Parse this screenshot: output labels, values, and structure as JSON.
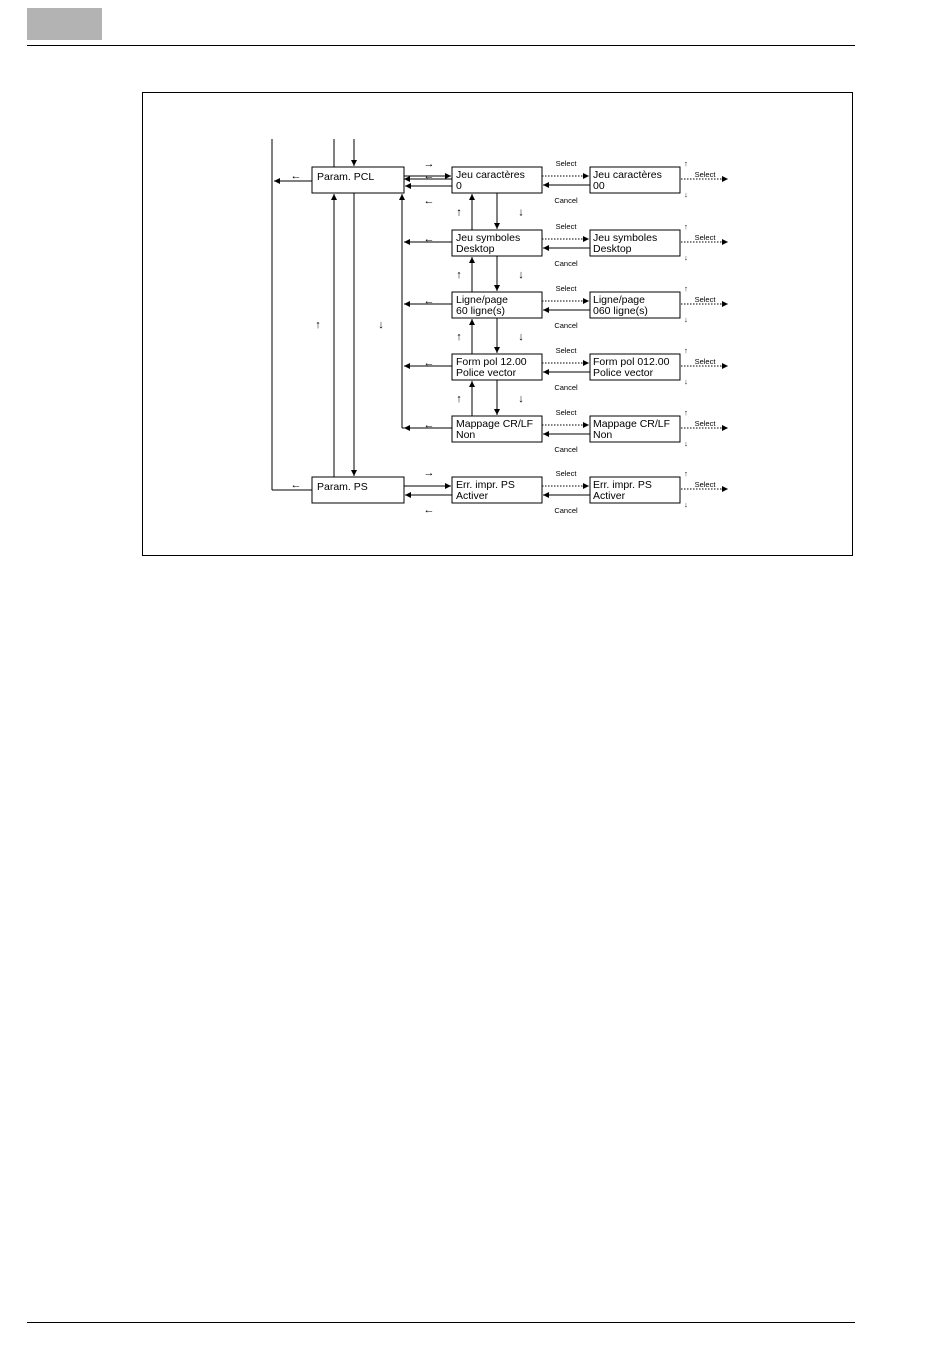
{
  "diagram": {
    "main_menus": [
      {
        "id": "pcl",
        "label": "Param. PCL"
      },
      {
        "id": "ps",
        "label": "Param. PS"
      }
    ],
    "submenus": [
      {
        "id": "jeu-caracteres",
        "line1": "Jeu caractères",
        "line2": "0",
        "detail_line1": "Jeu caractères",
        "detail_line2": "00"
      },
      {
        "id": "jeu-symboles",
        "line1": "Jeu symboles",
        "line2": "Desktop",
        "detail_line1": "Jeu symboles",
        "detail_line2": "Desktop"
      },
      {
        "id": "ligne-page",
        "line1": "Ligne/page",
        "line2": " 60 ligne(s)",
        "detail_line1": "Ligne/page",
        "detail_line2": "060 ligne(s)"
      },
      {
        "id": "form-pol",
        "line1": "Form pol  12.00",
        "line2": "Police vector",
        "detail_line1": "Form pol 012.00",
        "detail_line2": "Police vector"
      },
      {
        "id": "mappage",
        "line1": "Mappage CR/LF",
        "line2": "Non",
        "detail_line1": "Mappage CR/LF",
        "detail_line2": "Non"
      },
      {
        "id": "err-impr",
        "line1": "Err. impr. PS",
        "line2": "Activer",
        "detail_line1": "Err. impr. PS",
        "detail_line2": "Activer"
      }
    ],
    "labels": {
      "select": "Select",
      "cancel": "Cancel",
      "up": "↑",
      "down": "↓",
      "left": "←",
      "right": "→"
    }
  }
}
